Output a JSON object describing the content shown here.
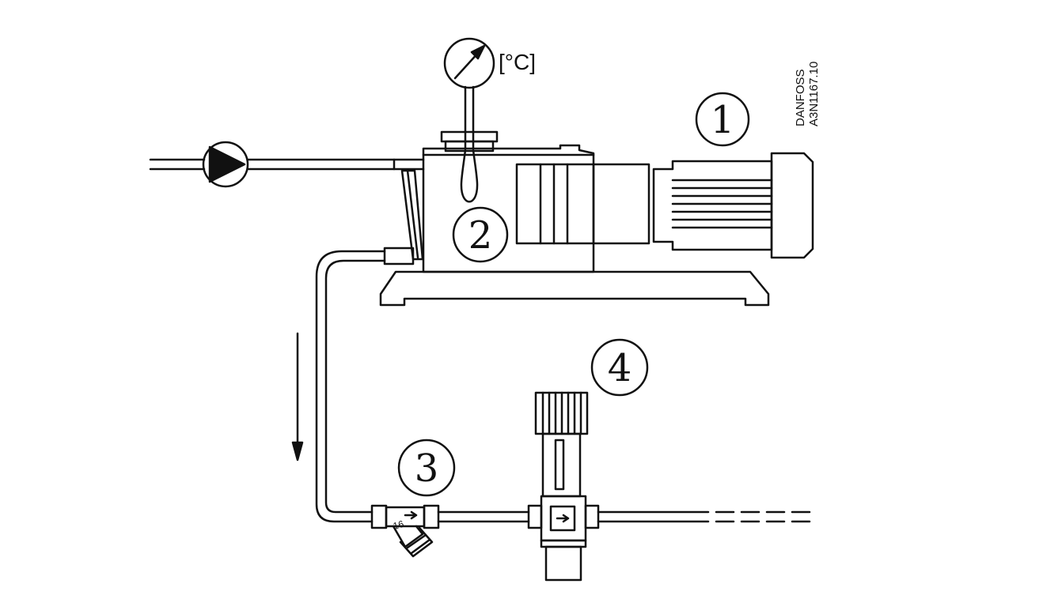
{
  "labels": {
    "motor": "1",
    "pump_housing": "2",
    "filter": "3",
    "valve": "4"
  },
  "gauge_unit": "[°C]",
  "drawing_code": {
    "brand": "DANFOSS",
    "number": "A3N1167.10"
  },
  "filter_marking": "16",
  "colors": {
    "line": "#111111",
    "background": "#ffffff"
  }
}
